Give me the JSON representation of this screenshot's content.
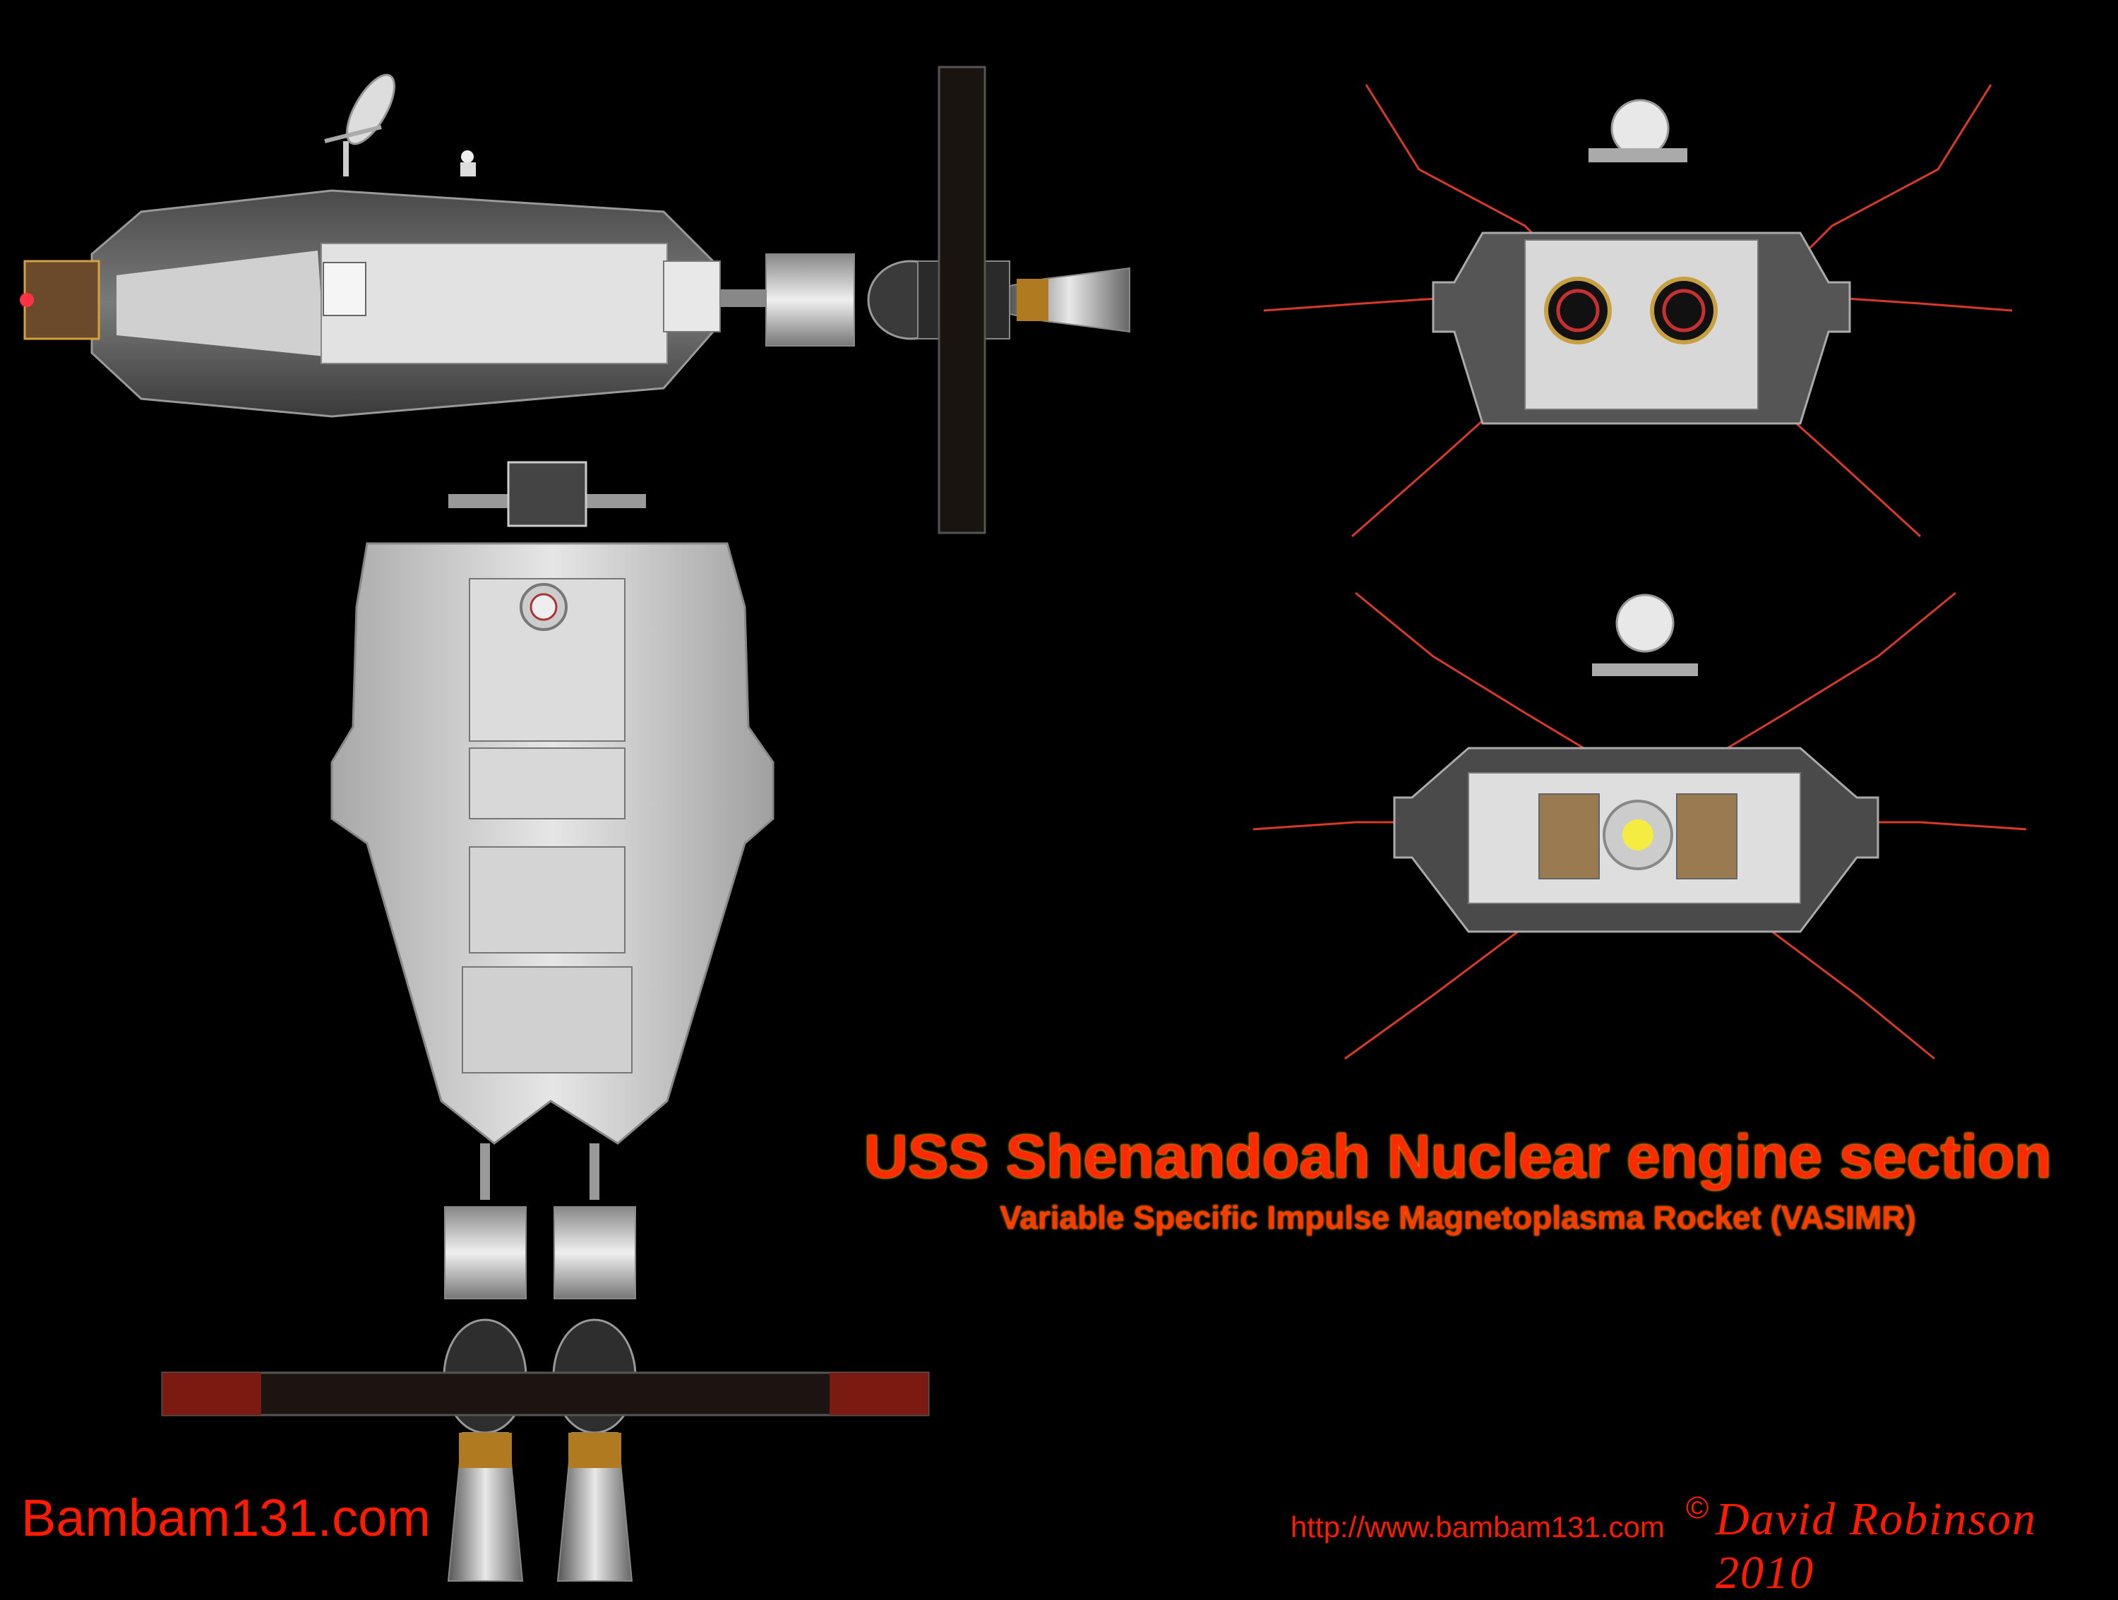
{
  "title": "USS Shenandoah Nuclear engine section",
  "subtitle": "Variable Specific Impulse Magnetoplasma Rocket (VASIMR)",
  "brand": "Bambam131.com",
  "url": "http://www.bambam131.com",
  "copyright_symbol": "©",
  "signature": "David Robinson 2010",
  "colors": {
    "background": "#000000",
    "title_red": "#ff2a00",
    "hull_light": "#d8d8d8",
    "hull_dark": "#5a5a5a",
    "antenna_line": "#d83a2a"
  },
  "views": [
    "side-view",
    "top-view",
    "rear-view",
    "front-view"
  ]
}
